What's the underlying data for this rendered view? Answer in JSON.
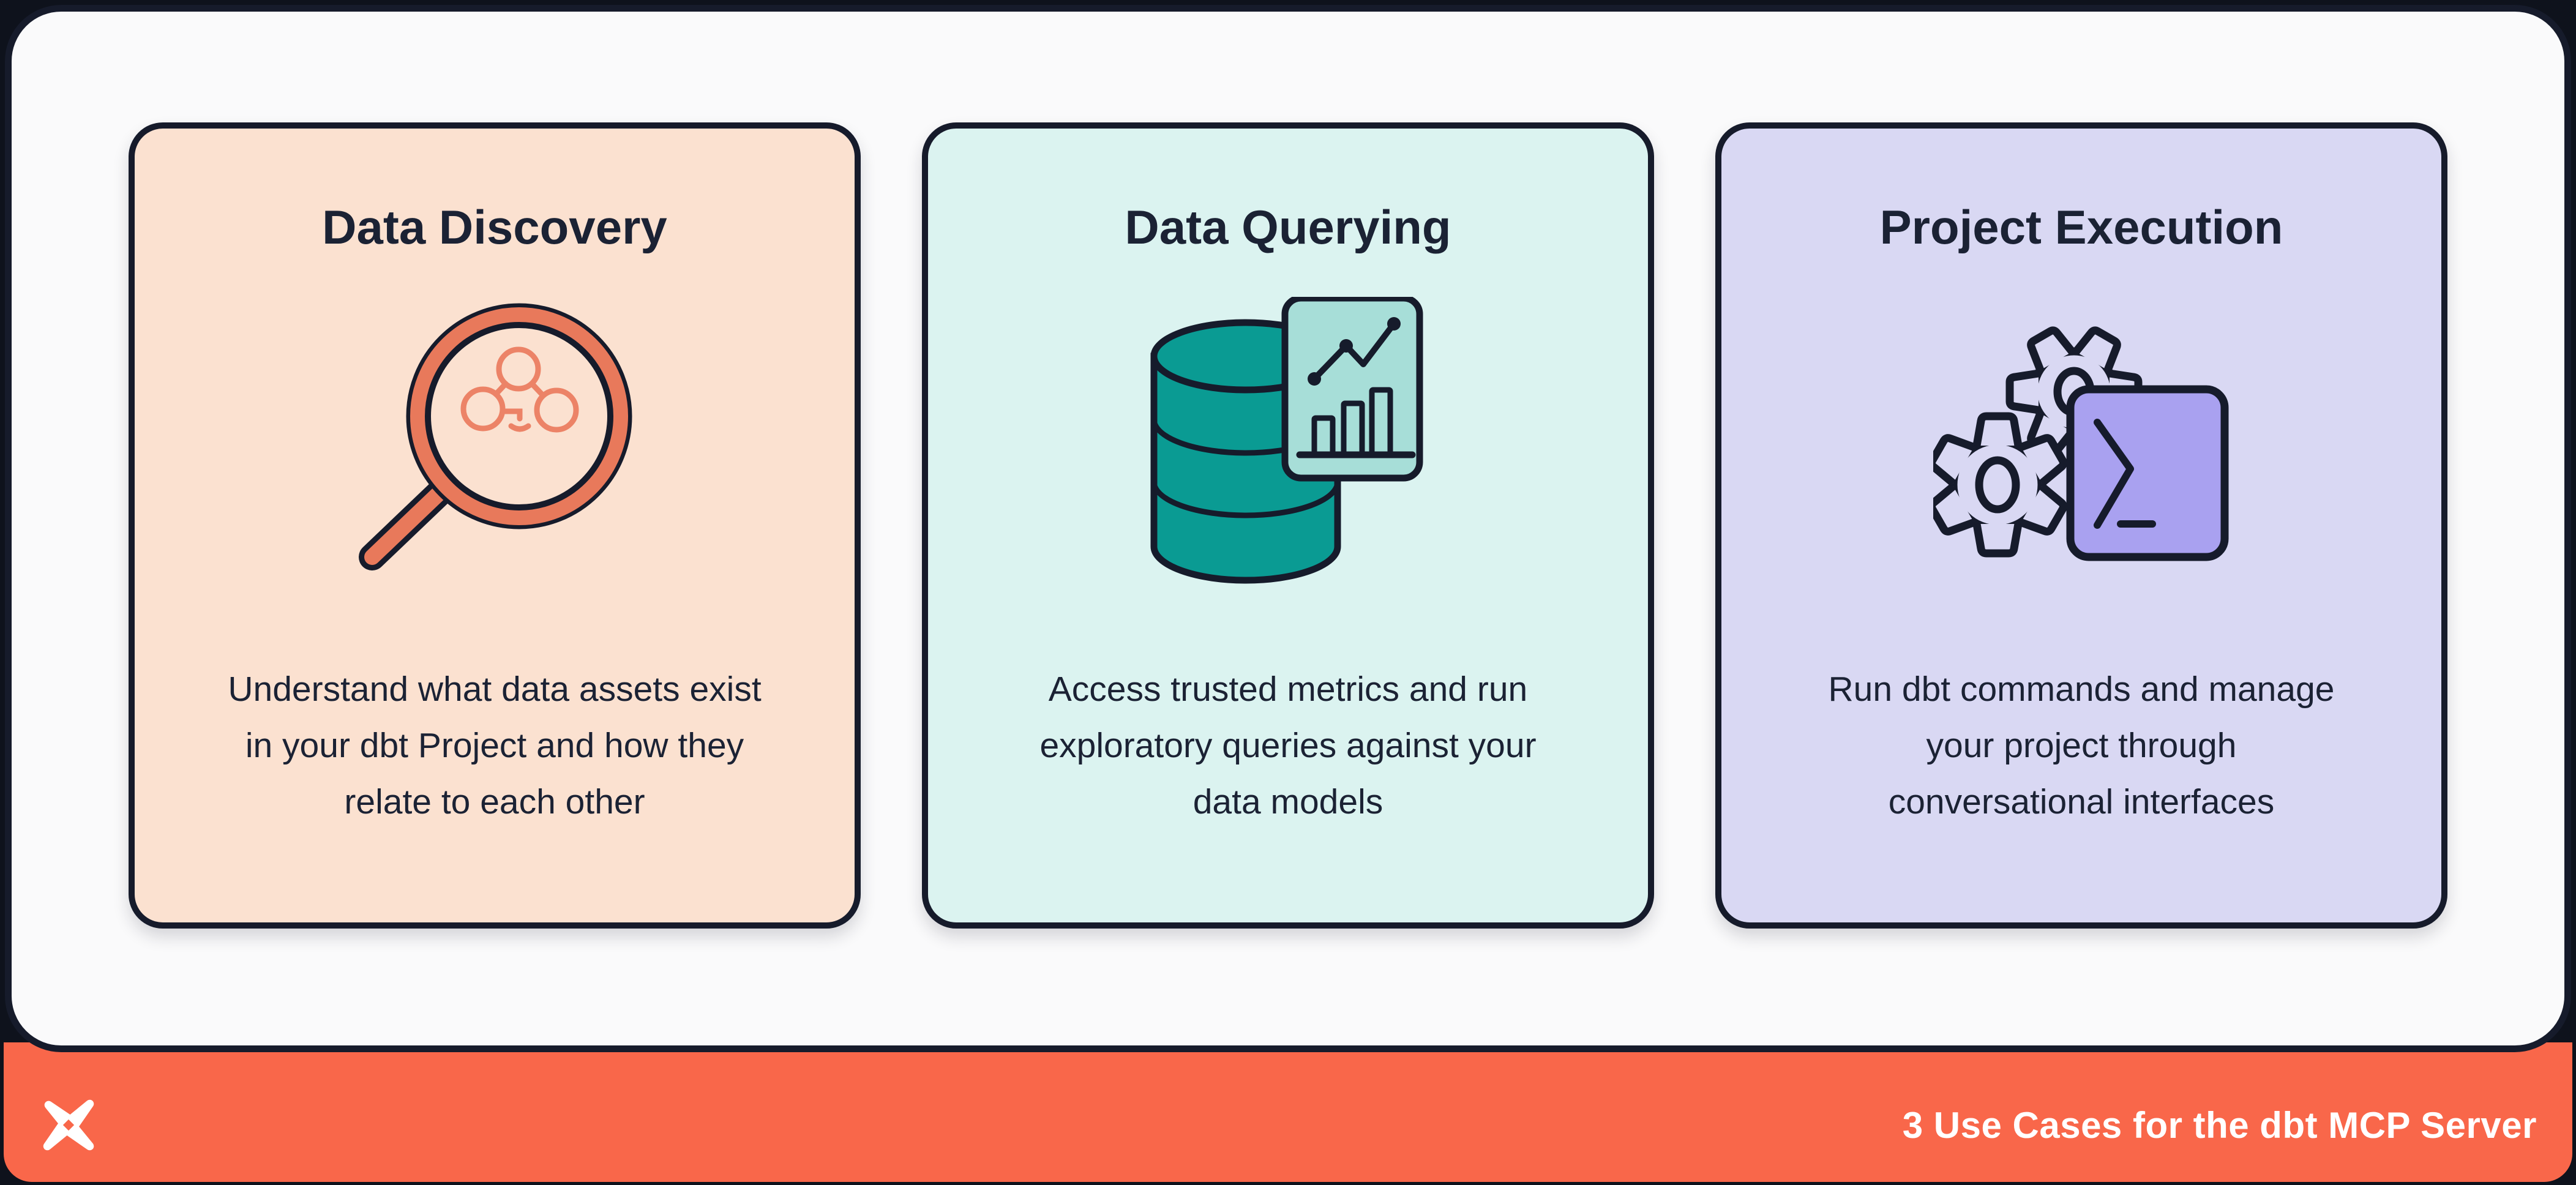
{
  "colors": {
    "canvas_bg": "#0E121C",
    "panel_bg": "#FAFAFB",
    "outline_dark": "#161B2B",
    "text_dark": "#1B2234",
    "footer_orange": "#F9674A",
    "card_peach": "#FBE1D0",
    "card_mint": "#DBF3F0",
    "card_lavender": "#D9D8F3",
    "database_teal": "#0A9B93",
    "chart_card_teal": "#A7DED8",
    "terminal_purple": "#A9A1F0",
    "magnifier_salmon": "#E8795B",
    "lineage_salmon": "#EC8367",
    "logo_white": "#FFFFFF"
  },
  "cards": [
    {
      "id": "data-discovery",
      "title": "Data Discovery",
      "icon": "magnifier-lineage-icon",
      "desc_lines": [
        "Understand what data assets exist",
        "in your dbt Project and how they",
        "relate to each other"
      ]
    },
    {
      "id": "data-querying",
      "title": "Data Querying",
      "icon": "database-chart-icon",
      "desc_lines": [
        "Access trusted metrics and run",
        "exploratory queries against your",
        "data models"
      ]
    },
    {
      "id": "project-execution",
      "title": "Project Execution",
      "icon": "gears-terminal-icon",
      "desc_lines": [
        "Run dbt commands and manage",
        "your project through",
        "conversational interfaces"
      ]
    }
  ],
  "footer": {
    "logo": "dbt-logo",
    "title": "3 Use Cases for the dbt MCP Server"
  }
}
